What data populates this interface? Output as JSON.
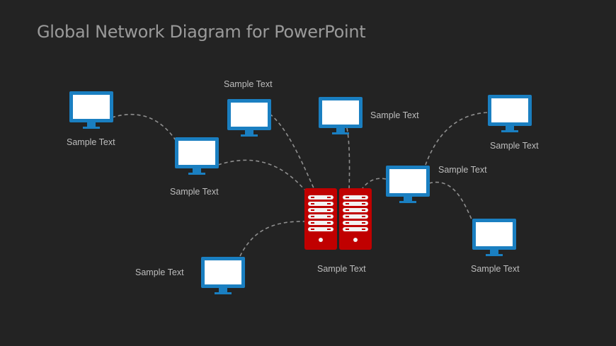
{
  "slide": {
    "title": "Global Network Diagram for PowerPoint",
    "colors": {
      "background": "#232323",
      "monitor": "#1a7fc1",
      "server": "#c00000",
      "connector": "#8f8f8f",
      "label": "#bdbdbd",
      "title": "#9a9a9a"
    }
  },
  "nodes": {
    "server": {
      "type": "server-icon",
      "label": "Sample Text"
    },
    "monitors": [
      {
        "id": "m1",
        "type": "monitor-icon",
        "label": "Sample Text"
      },
      {
        "id": "m2",
        "type": "monitor-icon",
        "label": "Sample Text"
      },
      {
        "id": "m3",
        "type": "monitor-icon",
        "label": "Sample Text"
      },
      {
        "id": "m4",
        "type": "monitor-icon",
        "label": "Sample Text"
      },
      {
        "id": "m5",
        "type": "monitor-icon",
        "label": "Sample Text"
      },
      {
        "id": "m6",
        "type": "monitor-icon",
        "label": "Sample Text"
      },
      {
        "id": "m7",
        "type": "monitor-icon",
        "label": "Sample Text"
      },
      {
        "id": "m8",
        "type": "monitor-icon",
        "label": "Sample Text"
      }
    ]
  },
  "connections": [
    [
      "m1",
      "m2"
    ],
    [
      "m2",
      "server"
    ],
    [
      "m3",
      "server"
    ],
    [
      "m4",
      "server"
    ],
    [
      "m6",
      "server"
    ],
    [
      "m5",
      "m6"
    ],
    [
      "m6",
      "m7"
    ],
    [
      "m8",
      "server"
    ]
  ]
}
